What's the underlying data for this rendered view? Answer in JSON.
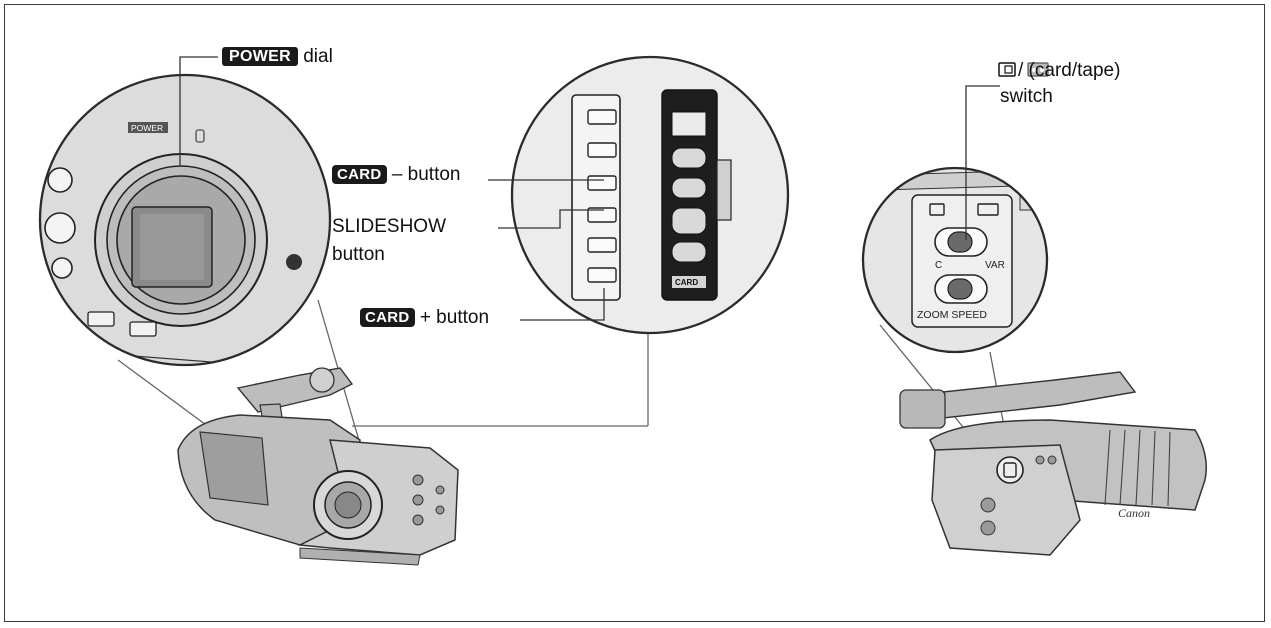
{
  "labels": {
    "power_chip": "POWER",
    "power_suffix": "dial",
    "card_minus_chip": "CARD",
    "card_minus_suffix": "– button",
    "slideshow_line1": "SLIDESHOW",
    "slideshow_line2": "button",
    "card_plus_chip": "CARD",
    "card_plus_suffix": "+ button",
    "switch_line1": "/ (card/tape)",
    "switch_line2": "switch"
  },
  "body_printing": {
    "power": "POWER",
    "zoom_speed": "ZOOM SPEED",
    "zoom_var": "VAR",
    "zoom_c": "C",
    "brand": "Canon",
    "card_small": "CARD"
  },
  "colors": {
    "ink": "#111111",
    "chip_bg": "#1a1a1a",
    "line": "#555555",
    "body_gray": "#c9c9c9",
    "panel_dark": "#1e1e1e"
  }
}
